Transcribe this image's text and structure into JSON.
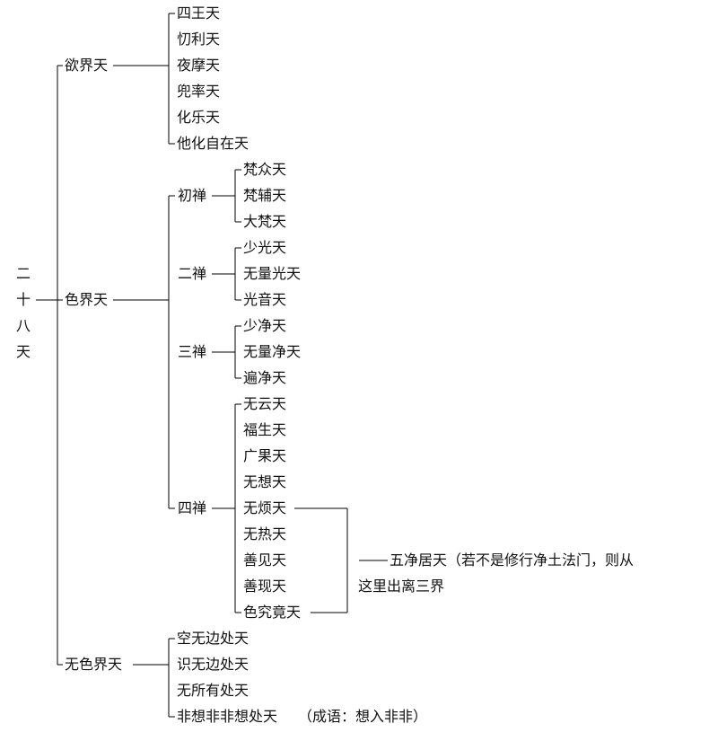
{
  "root": {
    "chars": [
      "二",
      "十",
      "八",
      "天"
    ]
  },
  "realms": {
    "desire": {
      "label": "欲界天",
      "items": [
        "四王天",
        "忉利天",
        "夜摩天",
        "兜率天",
        "化乐天",
        "他化自在天"
      ]
    },
    "form": {
      "label": "色界天",
      "dhyana1": {
        "label": "初禅",
        "items": [
          "梵众天",
          "梵辅天",
          "大梵天"
        ]
      },
      "dhyana2": {
        "label": "二禅",
        "items": [
          "少光天",
          "无量光天",
          "光音天"
        ]
      },
      "dhyana3": {
        "label": "三禅",
        "items": [
          "少净天",
          "无量净天",
          "遍净天"
        ]
      },
      "dhyana4": {
        "label": "四禅",
        "items": [
          "无云天",
          "福生天",
          "广果天",
          "无想天",
          "无烦天",
          "无热天",
          "善见天",
          "善现天",
          "色究竟天"
        ],
        "pure_abodes_note_line1": "五净居天（若不是修行净土法门，则从",
        "pure_abodes_note_line2": "这里出离三界"
      }
    },
    "formless": {
      "label": "无色界天",
      "items": [
        "空无边处天",
        "识无边处天",
        "无所有处天",
        "非想非非想处天"
      ],
      "last_note": "（成语：想入非非）"
    }
  }
}
